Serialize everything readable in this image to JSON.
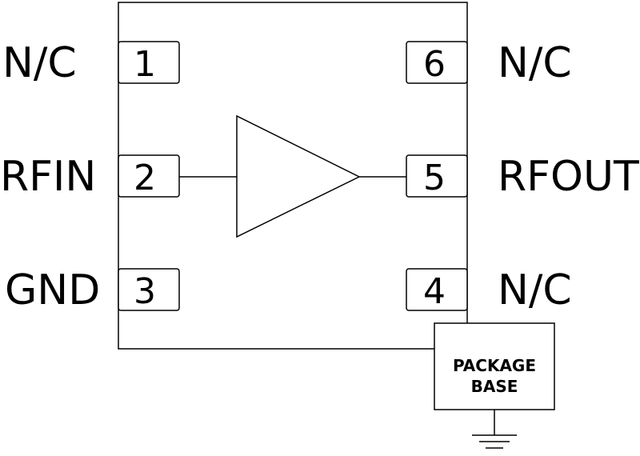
{
  "pins": {
    "p1": {
      "number": "1",
      "name": "N/C"
    },
    "p2": {
      "number": "2",
      "name": "RFIN"
    },
    "p3": {
      "number": "3",
      "name": "GND"
    },
    "p4": {
      "number": "4",
      "name": "N/C"
    },
    "p5": {
      "number": "5",
      "name": "RFOUT"
    },
    "p6": {
      "number": "6",
      "name": "N/C"
    }
  },
  "package_base": {
    "line1": "PACKAGE",
    "line2": "BASE"
  },
  "colors": {
    "stroke": "#000000",
    "background": "#ffffff"
  },
  "icons": {
    "amplifier": "amplifier-triangle-icon",
    "ground": "ground-symbol-icon"
  }
}
